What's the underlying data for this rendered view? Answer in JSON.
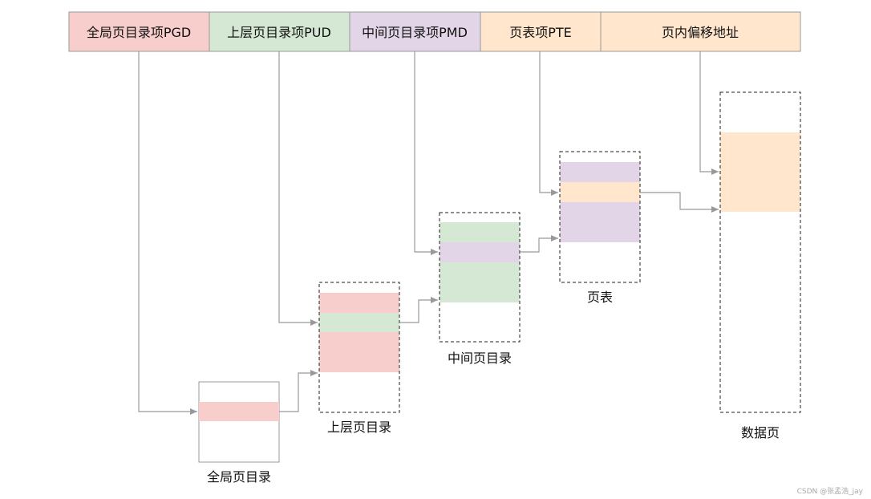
{
  "header": {
    "cells": [
      {
        "label": "全局页目录项PGD",
        "color": "#f8cecc"
      },
      {
        "label": "上层页目录项PUD",
        "color": "#d5e8d4"
      },
      {
        "label": "中间页目录项PMD",
        "color": "#e1d5e7"
      },
      {
        "label": "页表项PTE",
        "color": "#ffe6cc"
      },
      {
        "label": "页内偏移地址",
        "color": "#ffe6cc"
      }
    ]
  },
  "tables": {
    "pgd": {
      "label": "全局页目录"
    },
    "pud": {
      "label": "上层页目录"
    },
    "pmd": {
      "label": "中间页目录"
    },
    "pte": {
      "label": "页表"
    },
    "data": {
      "label": "数据页"
    }
  },
  "colors": {
    "pgd": "#f8cecc",
    "pud": "#d5e8d4",
    "pmd": "#e1d5e7",
    "pte": "#ffe6cc",
    "arrow": "#999999",
    "border": "#999999"
  },
  "watermark": "CSDN @张孟浩_jay"
}
